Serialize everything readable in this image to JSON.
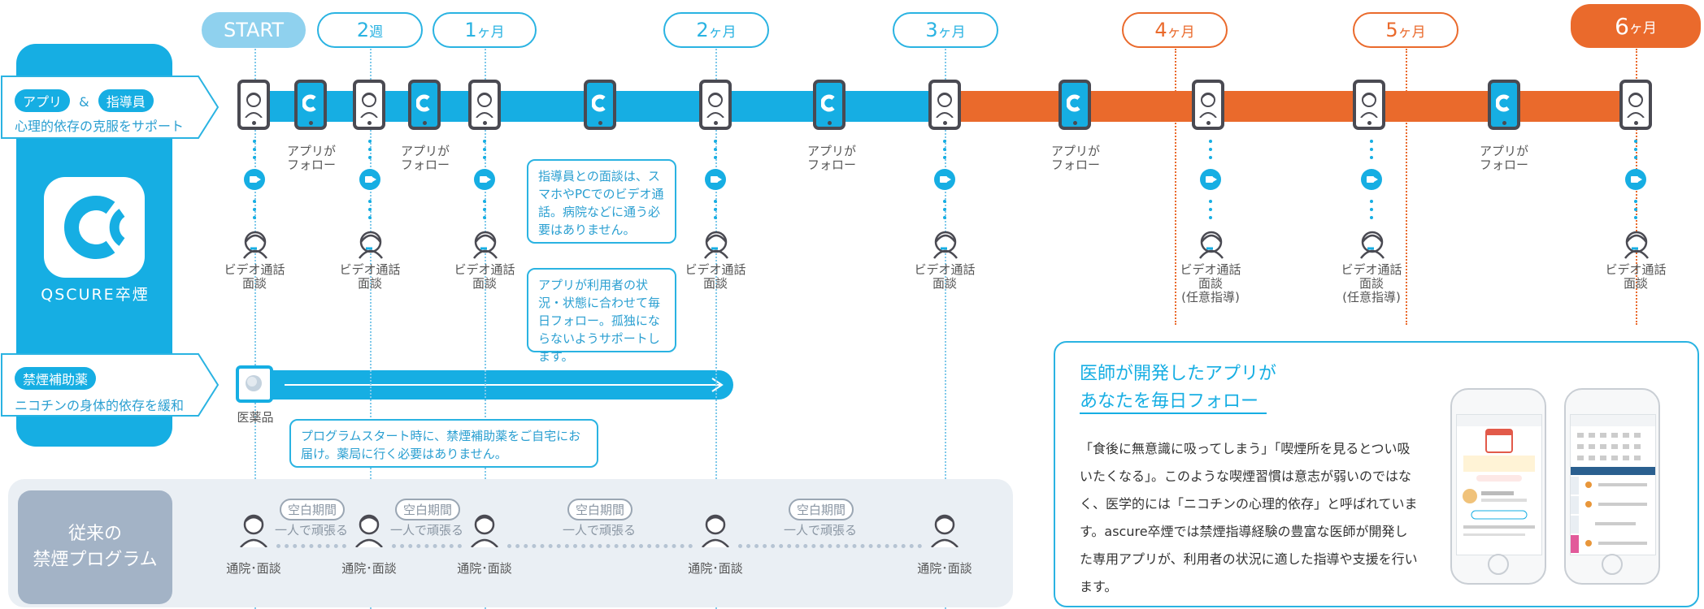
{
  "milestones": {
    "start": "START",
    "w2_num": "2",
    "w2_unit": "週",
    "m1_num": "1",
    "m1_unit": "ヶ月",
    "m2_num": "2",
    "m2_unit": "ヶ月",
    "m3_num": "3",
    "m3_unit": "ヶ月",
    "m4_num": "4",
    "m4_unit": "ヶ月",
    "m5_num": "5",
    "m5_unit": "ヶ月",
    "m6_num": "6",
    "m6_unit": "ヶ月"
  },
  "support_box": {
    "pill_app": "アプリ",
    "amp": "&",
    "pill_instructor": "指導員",
    "subtitle": "心理的依存の克服をサポート"
  },
  "brand": {
    "name": "QSCURE",
    "suffix": "卒煙"
  },
  "medicine_box": {
    "pill": "禁煙補助薬",
    "subtitle": "ニコチンの身体的依存を緩和"
  },
  "labels": {
    "app_follow_1": "アプリが",
    "app_follow_2": "フォロー",
    "video_1": "ビデオ通話",
    "video_2": "面談",
    "optional": "(任意指導)",
    "medicine": "医薬品",
    "visit": "通院･面談",
    "blank_period": "空白期間",
    "alone": "一人で頑張る"
  },
  "callouts": {
    "video_note": "指導員との面談は、スマホやPCでのビデオ通話。病院などに通う必要はありません。",
    "app_note": "アプリが利用者の状況・状態に合わせて毎日フォロー。孤独にならないようサポートします。",
    "medicine_note": "プログラムスタート時に、禁煙補助薬をご自宅にお届け。薬局に行く必要はありません。"
  },
  "conventional": {
    "line1": "従来の",
    "line2": "禁煙プログラム"
  },
  "info": {
    "title_1": "医師が開発したアプリが",
    "title_2": "あなたを毎日フォロー",
    "body": "「食後に無意識に吸ってしまう」「喫煙所を見るとつい吸いたくなる」。このような喫煙習慣は意志が弱いのではなく、医学的には「ニコチンの心理的依存」と呼ばれています。ascure卒煙では禁煙指導経験の豊富な医師が開発した専用アプリが、利用者の状況に適した指導や支援を行います。"
  },
  "colors": {
    "blue": "#16aee3",
    "orange": "#ea6a2c",
    "gray": "#a3b3c6"
  }
}
